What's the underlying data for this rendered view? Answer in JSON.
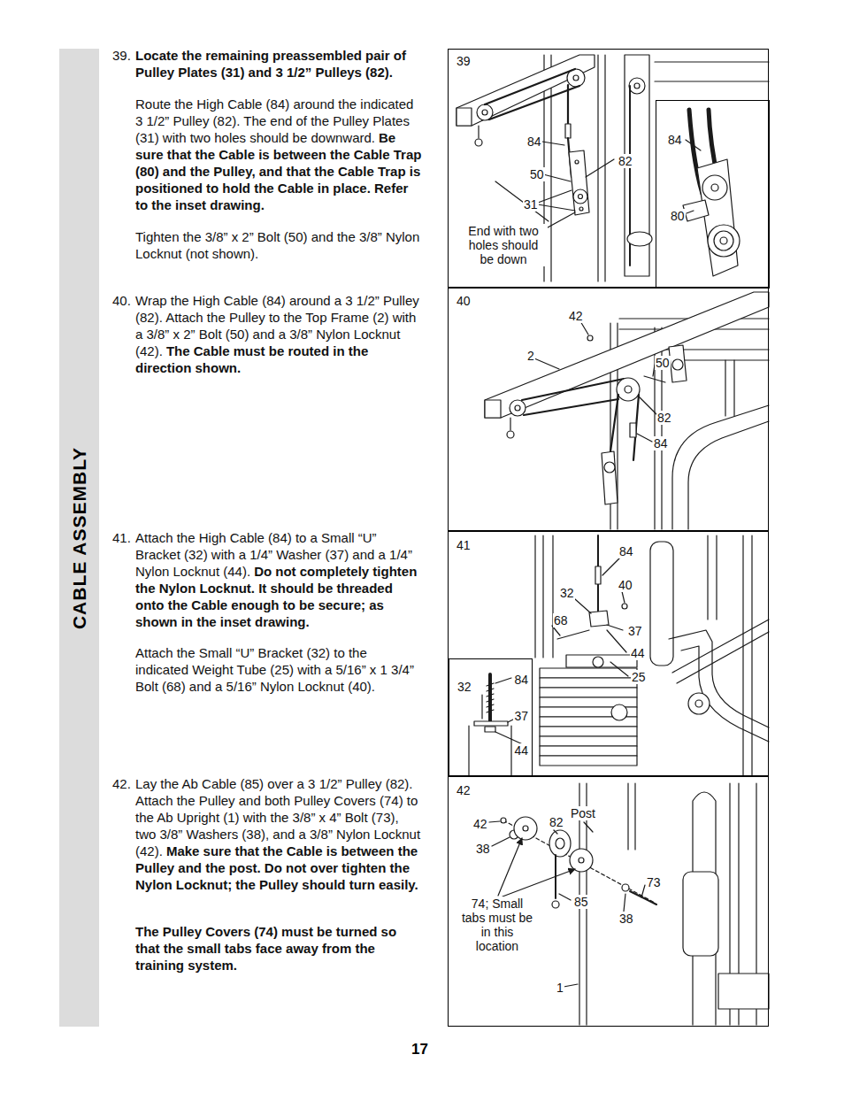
{
  "diagram": {
    "title": "CABLE ASSEMBLY",
    "nodes": [
      {
        "text": [
          "39",
          "84",
          "50",
          "31",
          "End with two holes should be down",
          "82"
        ]
      },
      {
        "text": [
          "84",
          "80"
        ],
        "in": 0
      },
      {
        "text": [
          "40",
          "42",
          "2",
          "50",
          "82",
          "84"
        ]
      },
      {
        "text": [
          "41",
          "84",
          "32",
          "40",
          "68",
          "37",
          "44",
          "25"
        ]
      },
      {
        "text": [
          "32",
          "84",
          "37",
          "44"
        ],
        "in": 3
      },
      {
        "text": [
          "42",
          "42",
          "82",
          "Post",
          "38",
          "73",
          "85",
          "38",
          "74; Small tabs must be in this location",
          "1"
        ]
      }
    ],
    "labels": [
      "39.",
      "Locate the remaining preassembled pair of Pulley Plates (31) and 3 1/2” Pulleys (82).",
      "Route the High Cable (84) around the indicated 3 1/2” Pulley (82). The end of the Pulley Plates (31) with two holes should be downward.",
      "Be sure that the Cable is between the Cable Trap (80) and the Pulley, and that the Cable Trap is positioned to hold the Cable in place. Refer to the inset drawing.",
      "Tighten the 3/8” x 2” Bolt (50) and the 3/8” Nylon Locknut (not shown).",
      "40.",
      "Wrap the High Cable (84) around a 3 1/2” Pulley (82). Attach the Pulley to the Top Frame (2) with a 3/8” x 2” Bolt (50) and a 3/8” Nylon Locknut (42).",
      "The Cable must be routed in the direction shown.",
      "41.",
      "Attach the High Cable (84) to a Small “U” Bracket (32) with a 1/4” Washer (37) and a 1/4” Nylon Locknut (44).",
      "Do not completely tighten the Nylon Locknut. It should be threaded onto the Cable enough to be secure; as shown in the inset drawing.",
      "Attach the Small “U” Bracket (32) to the indicated Weight Tube (25) with a 5/16” x 1 3/4” Bolt (68) and a 5/16” Nylon Locknut (40).",
      "42.",
      "Lay the Ab Cable (85) over a 3 1/2” Pulley (82). Attach the Pulley and both Pulley Covers (74) to the Ab Upright (1) with the 3/8” x 4” Bolt (73), two 3/8” Washers (38), and a 3/8” Nylon Locknut (42).",
      "Make sure that the Cable is between the Pulley and the post. Do not over tighten the Nylon Locknut; the Pulley should turn easily.",
      "The Pulley Covers (74) must be turned so that the small tabs face away from the training system.",
      "17"
    ]
  }
}
